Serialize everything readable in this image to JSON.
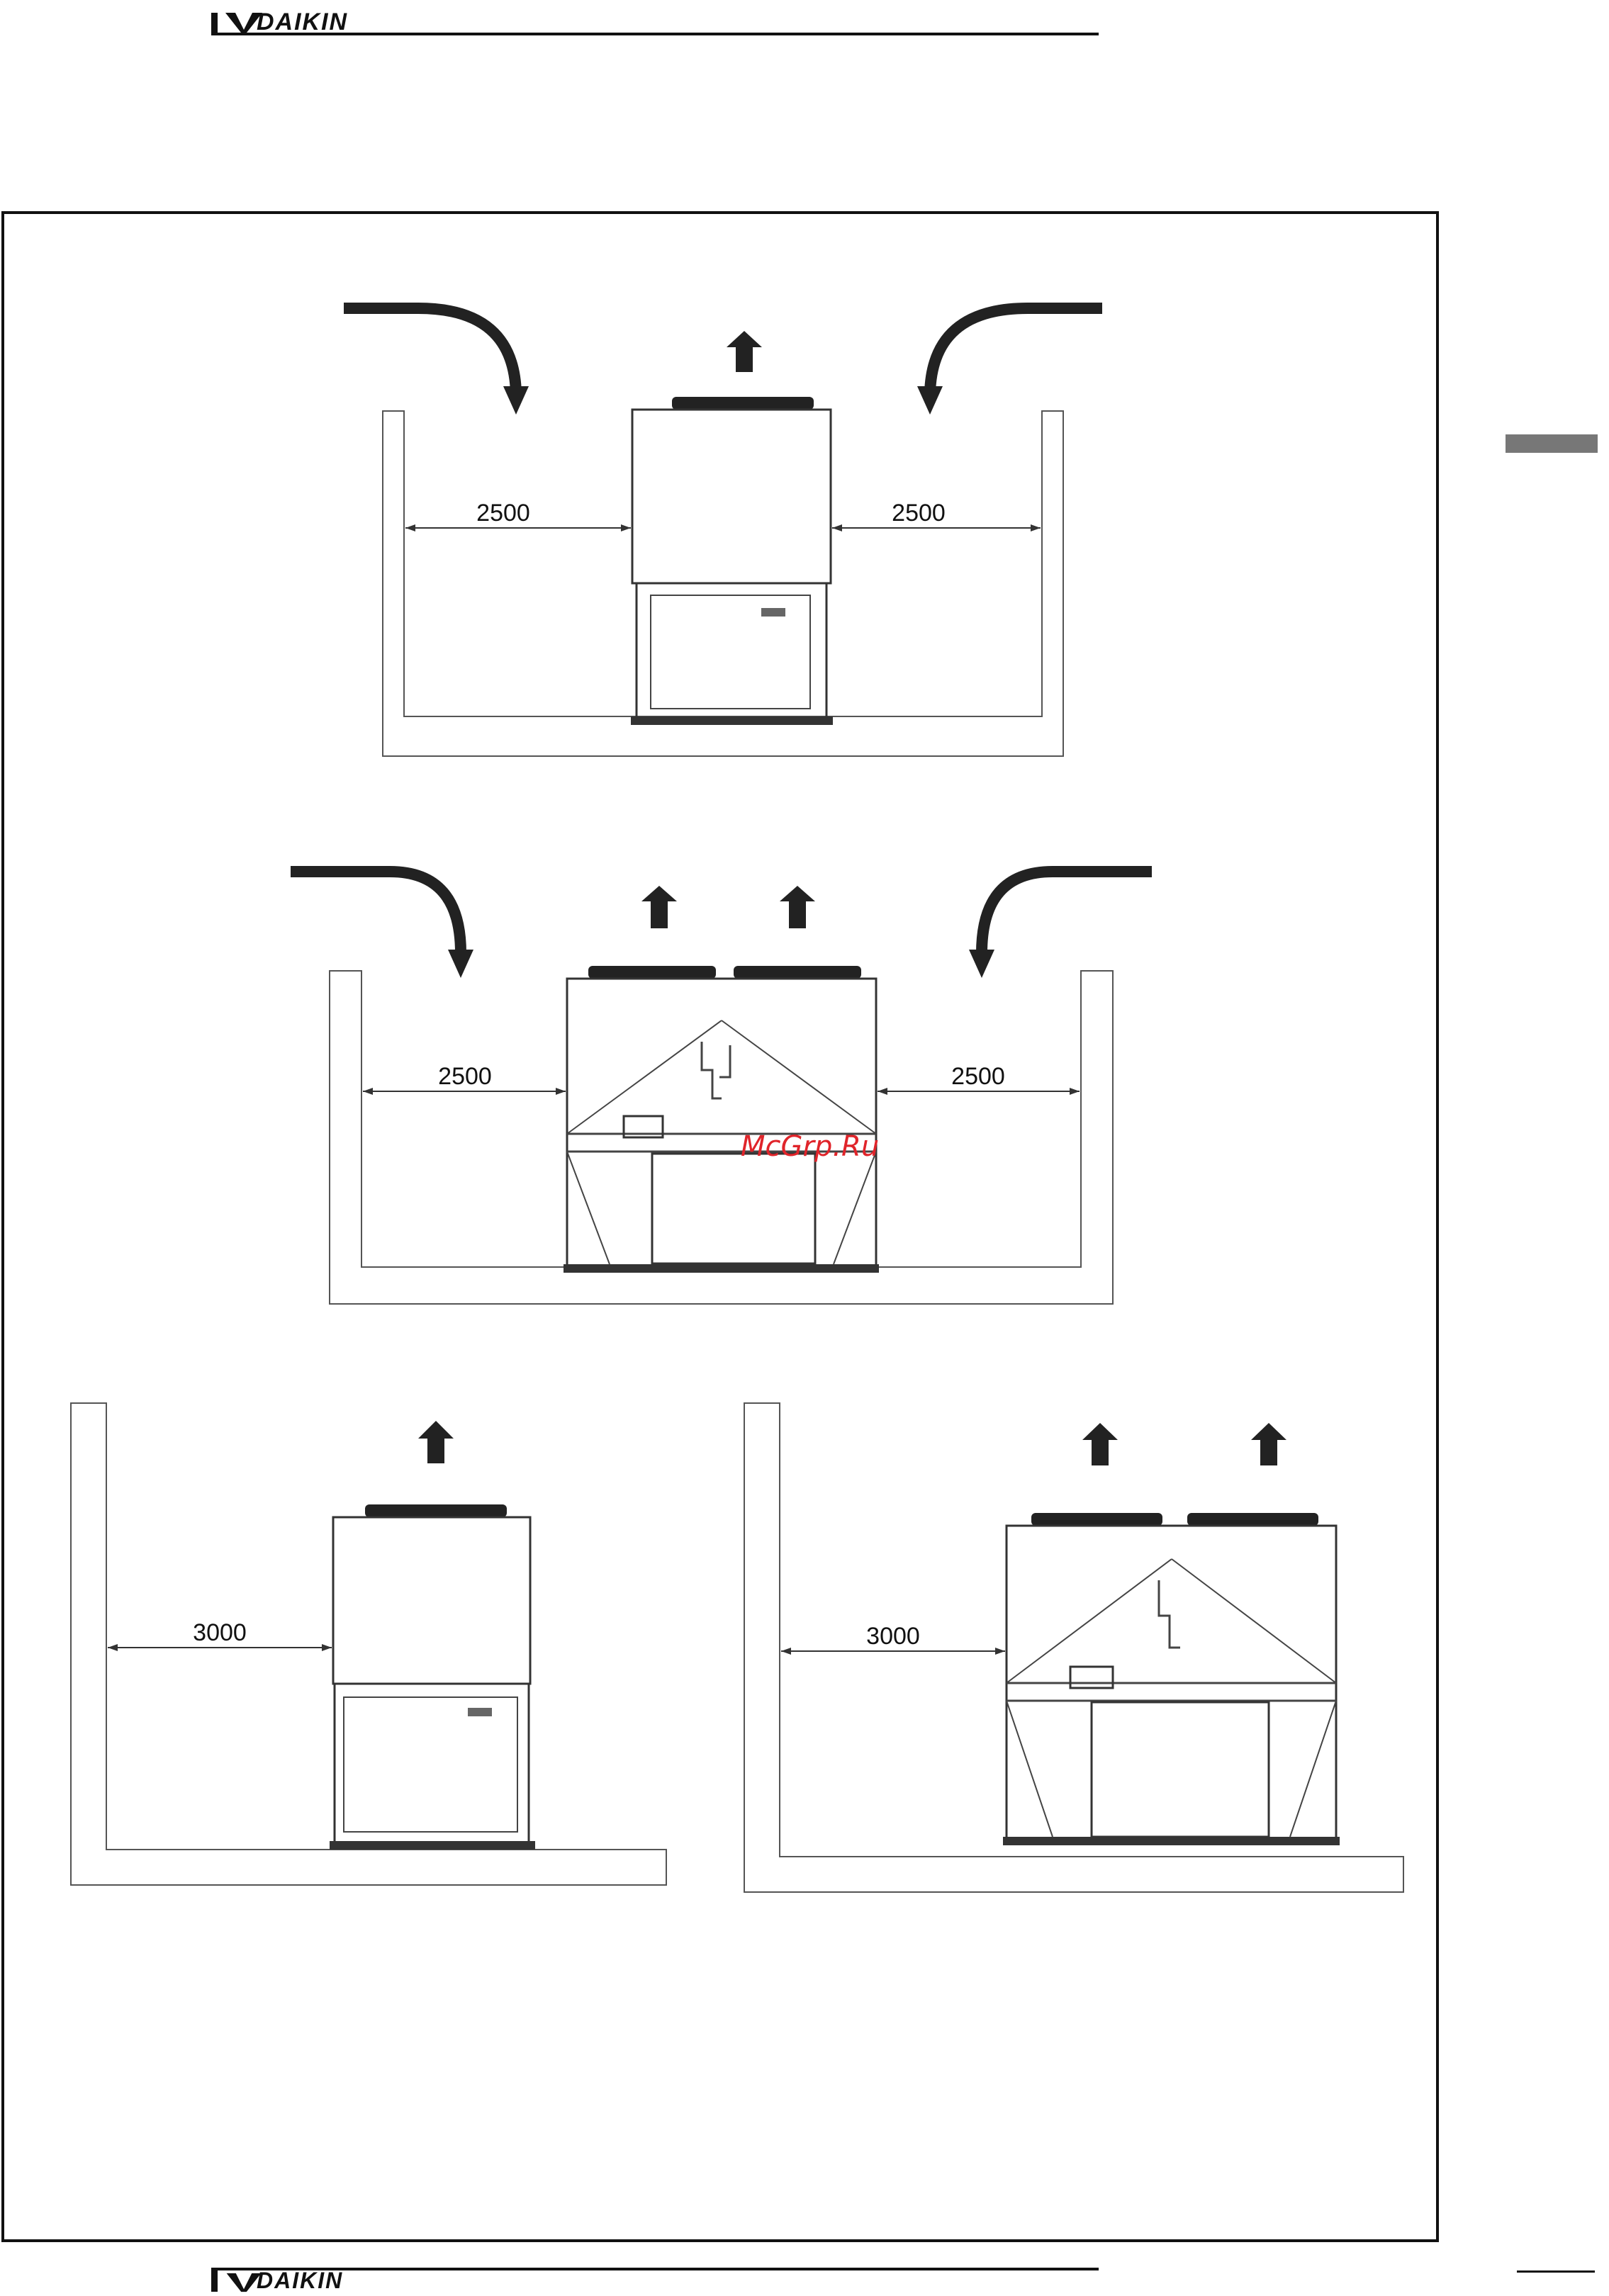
{
  "header": {
    "brand": "DAIKIN"
  },
  "footer": {
    "brand": "DAIKIN"
  },
  "watermark": "McGrp.Ru",
  "figures": {
    "pit_single": {
      "left_clearance": "2500",
      "right_clearance": "2500"
    },
    "pit_double": {
      "left_clearance": "2500",
      "right_clearance": "2500"
    },
    "wall_single": {
      "clearance": "3000"
    },
    "wall_double": {
      "clearance": "3000"
    }
  },
  "colors": {
    "ink": "#111111",
    "tab": "#777777",
    "watermark": "#e0242a"
  }
}
